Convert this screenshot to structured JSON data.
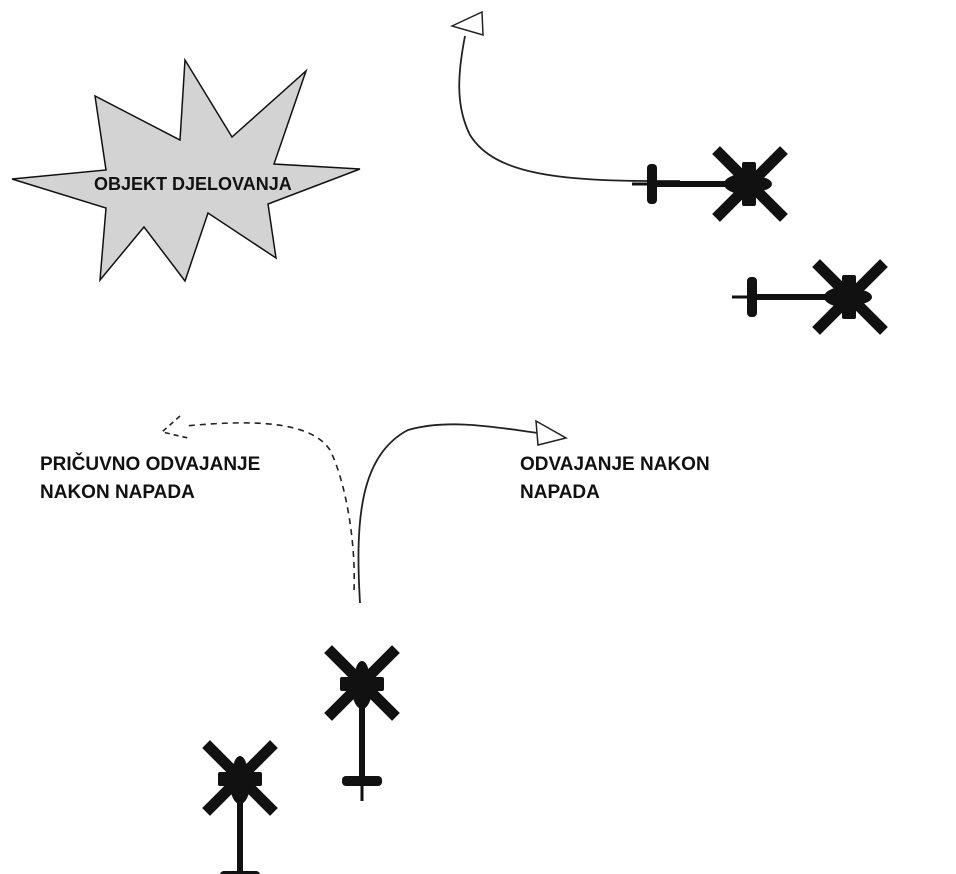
{
  "target": {
    "label": "OBJEKT DJELOVANJA",
    "fill_color": "#d3d3d3",
    "stroke_color": "#111111"
  },
  "labels": {
    "reserve_break_line1": "PRIČUVNO ODVAJANJE",
    "reserve_break_line2": "NAKON NAPADA",
    "break_line1": "ODVAJANJE NAKON",
    "break_line2": "NAPADA"
  },
  "icons": {
    "helicopter": "helicopter-icon",
    "arrow": "open-triangle-arrowhead"
  },
  "colors": {
    "helicopter": "#111111",
    "path": "#222222",
    "background": "#ffffff"
  }
}
